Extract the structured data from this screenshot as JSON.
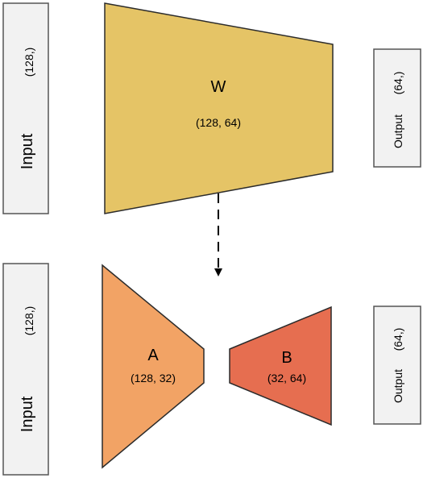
{
  "top": {
    "input": {
      "label": "Input",
      "shape": "(128,)"
    },
    "weight": {
      "name": "W",
      "shape": "(128, 64)",
      "color": "#E5C466"
    },
    "output": {
      "label": "Output",
      "shape": "(64,)"
    }
  },
  "bottom": {
    "input": {
      "label": "Input",
      "shape": "(128,)"
    },
    "matrix_a": {
      "name": "A",
      "shape": "(128, 32)",
      "color": "#F2A365"
    },
    "matrix_b": {
      "name": "B",
      "shape": "(32, 64)",
      "color": "#E66E50"
    },
    "output": {
      "label": "Output",
      "shape": "(64,)"
    }
  },
  "colors": {
    "box_fill": "#F2F2F2",
    "box_stroke": "#555555",
    "shape_stroke": "#2B2B2B"
  }
}
